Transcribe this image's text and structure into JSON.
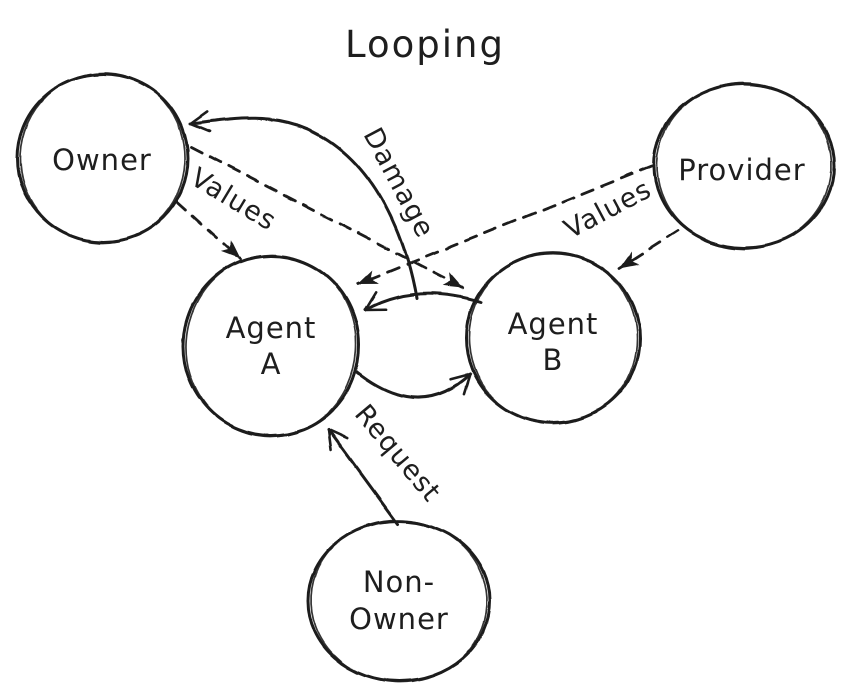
{
  "title": "Looping",
  "colors": {
    "ink": "#1e1e1e",
    "background": "#ffffff"
  },
  "nodes": {
    "owner": {
      "label": "Owner"
    },
    "provider": {
      "label": "Provider"
    },
    "agent_a": {
      "line1": "Agent",
      "line2": "A"
    },
    "agent_b": {
      "line1": "Agent",
      "line2": "B"
    },
    "non_owner": {
      "line1": "Non-",
      "line2": "Owner"
    }
  },
  "edges": {
    "damage": {
      "label": "Damage",
      "from": "agent-loop",
      "to": "owner",
      "line": "solid",
      "arrowhead": "open"
    },
    "values_owner_to_agent_a": {
      "label": "Values",
      "from": "owner",
      "to": "agent-a",
      "line": "dashed",
      "arrowhead": "filled"
    },
    "owner_to_agent_b": {
      "label": "",
      "from": "owner",
      "to": "agent-b",
      "line": "dashed",
      "arrowhead": "filled"
    },
    "provider_to_agent_a": {
      "label": "",
      "from": "provider",
      "to": "agent-a",
      "line": "dashed",
      "arrowhead": "filled"
    },
    "values_provider_to_agent_b": {
      "label": "Values",
      "from": "provider",
      "to": "agent-b",
      "line": "dashed",
      "arrowhead": "filled"
    },
    "loop_agent_b_to_agent_a": {
      "label": "",
      "from": "agent-b",
      "to": "agent-a",
      "line": "solid",
      "arrowhead": "open"
    },
    "loop_agent_a_to_agent_b": {
      "label": "",
      "from": "agent-a",
      "to": "agent-b",
      "line": "solid",
      "arrowhead": "open"
    },
    "request": {
      "label": "Request",
      "from": "non-owner",
      "to": "agent-a",
      "line": "solid",
      "arrowhead": "open"
    }
  }
}
